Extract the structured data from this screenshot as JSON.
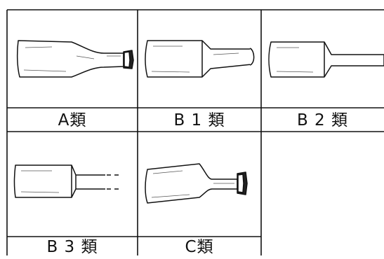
{
  "panels": [
    {
      "id": "A",
      "label": "A類",
      "shape": "bottle-taper-neck"
    },
    {
      "id": "B1",
      "label": "B 1 類",
      "shape": "cylinder-taper-neck"
    },
    {
      "id": "B2",
      "label": "B 2 類",
      "shape": "cylinder-long-neck"
    },
    {
      "id": "B3",
      "label": "B 3 類",
      "shape": "cylinder-dashed-neck"
    },
    {
      "id": "C",
      "label": "C類",
      "shape": "tapered-flared-neck"
    }
  ],
  "colors": {
    "line": "#111111",
    "background": "#ffffff"
  }
}
